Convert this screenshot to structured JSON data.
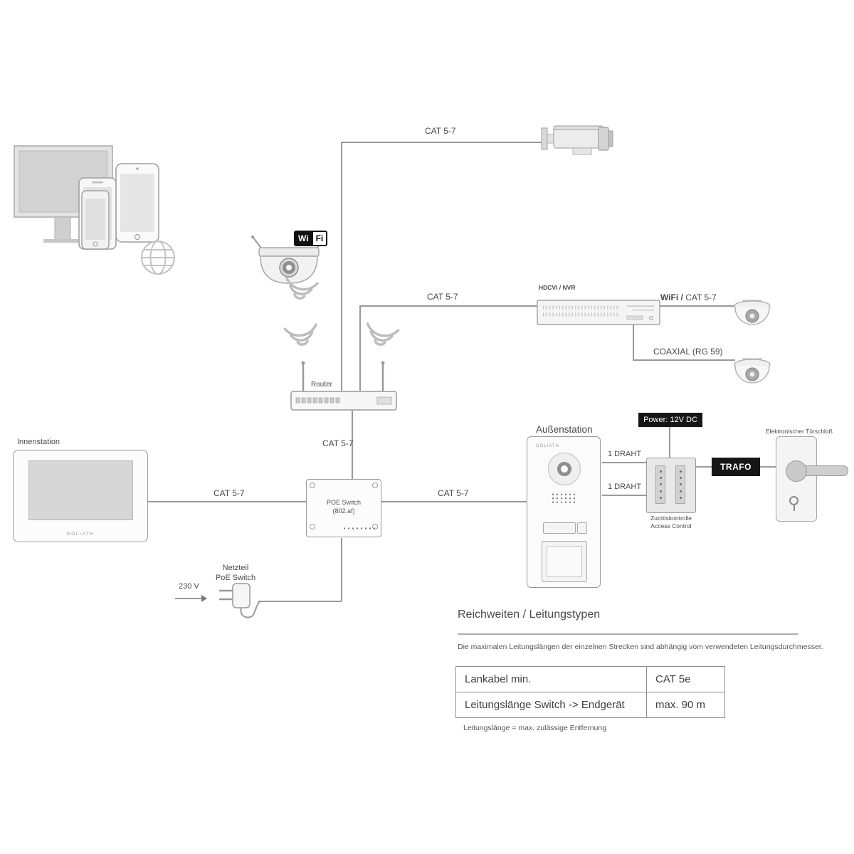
{
  "diagram": {
    "devices": {
      "router_label": "Router",
      "nvr_label": "HDCVI / NVR",
      "innenstation_label": "Innenstation",
      "aussenstation_label": "Außenstation",
      "poe_switch_line1": "POE Switch",
      "poe_switch_line2": "(802.af)",
      "netzteil_line1": "Netzteil",
      "netzteil_line2": "PoE Switch",
      "voltage_label": "230 V",
      "power_badge": "Power: 12V DC",
      "trafo_label": "TRAFO",
      "access_line1": "Zutrittskontrolle",
      "access_line2": "Access Control",
      "door_lock_label": "Elektronischer Türschloß",
      "brand": "GOLIATH",
      "wifi_badge_wi": "Wi",
      "wifi_badge_fi": "Fi"
    },
    "connections": {
      "cat57_camera": "CAT 5-7",
      "cat57_nvr": "CAT 5-7",
      "cat57_router_switch": "CAT 5-7",
      "cat57_innenstation": "CAT 5-7",
      "cat57_aussenstation": "CAT 5-7",
      "wifi_bold": "WiFi /",
      "wifi_rest": "CAT 5-7",
      "coaxial": "COAXIAL (RG 59)",
      "draht_top": "1 DRAHT",
      "draht_bottom": "1 DRAHT"
    }
  },
  "info_section": {
    "title": "Reichweiten / Leitungstypen",
    "description": "Die maximalen Leitungslängen der einzelnen Strecken sind abhängig vom verwendeten Leitungsdurchmesser.",
    "note": "Leitungslänge = max. zulässige Entfernung",
    "table": {
      "rows": [
        {
          "label": "Lankabel min.",
          "value": "CAT 5e"
        },
        {
          "label": "Leitungslänge Switch -> Endgerät",
          "value": "max. 90 m"
        }
      ]
    }
  },
  "colors": {
    "line": "#9a9a9a",
    "badge_bg": "#161616",
    "text": "#4a4a4a"
  }
}
